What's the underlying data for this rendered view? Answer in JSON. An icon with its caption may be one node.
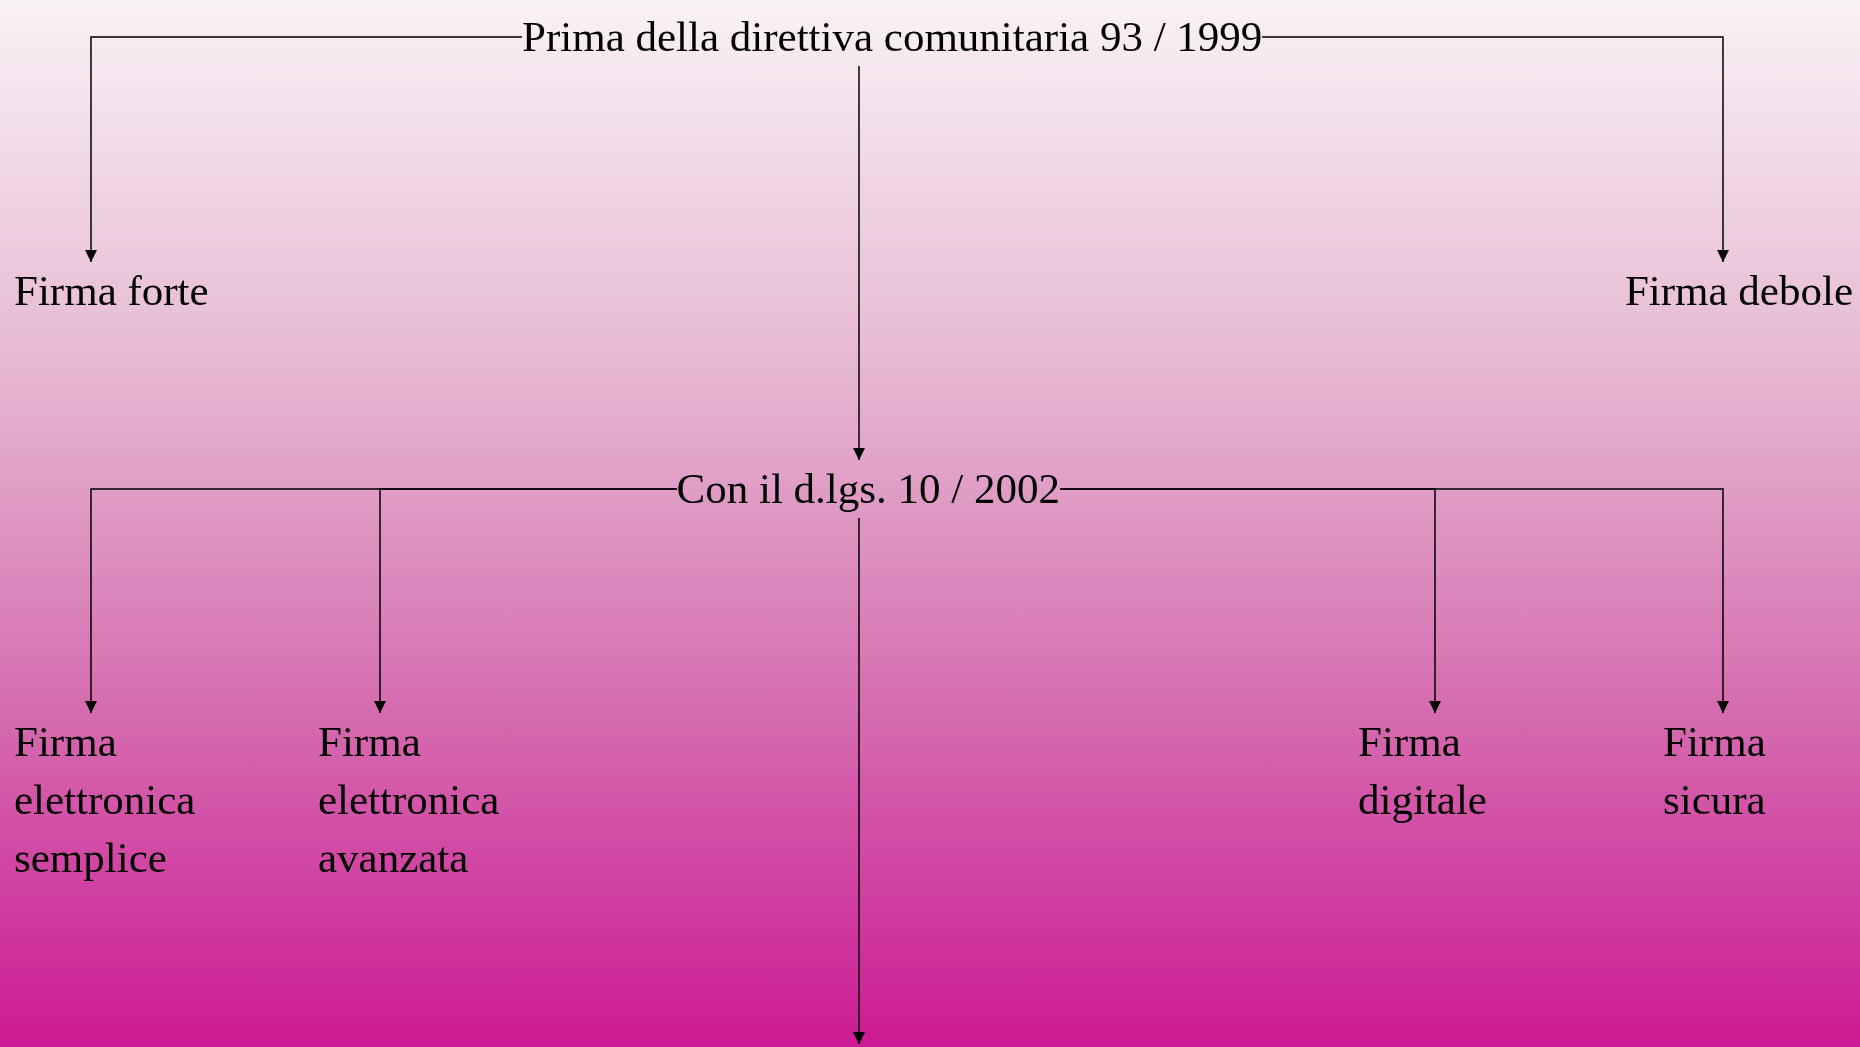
{
  "diagram": {
    "nodes": [
      {
        "text": [
          "Prima della direttiva comunitaria 93 / 1999"
        ]
      },
      {
        "text": [
          "Firma forte"
        ]
      },
      {
        "text": [
          "Firma debole"
        ]
      },
      {
        "text": [
          "Con il d.lgs. 10 / 2002"
        ]
      },
      {
        "text": [
          "Firma elettronica semplice"
        ]
      },
      {
        "text": [
          "Firma elettronica avanzata"
        ]
      },
      {
        "text": [
          "Firma digitale"
        ]
      },
      {
        "text": [
          "Firma sicura"
        ]
      }
    ],
    "edges": [
      {
        "from": 0,
        "to": 1,
        "arrow": "to"
      },
      {
        "from": 0,
        "to": 3,
        "arrow": "to"
      },
      {
        "from": 0,
        "to": 2,
        "arrow": "to"
      },
      {
        "from": 3,
        "to": 4,
        "arrow": "to"
      },
      {
        "from": 3,
        "to": 5,
        "arrow": "to"
      },
      {
        "from": 3,
        "to": 6,
        "arrow": "to"
      },
      {
        "from": 3,
        "to": 7,
        "arrow": "to"
      },
      {
        "from": 3,
        "to": null,
        "arrow": "to"
      }
    ]
  }
}
